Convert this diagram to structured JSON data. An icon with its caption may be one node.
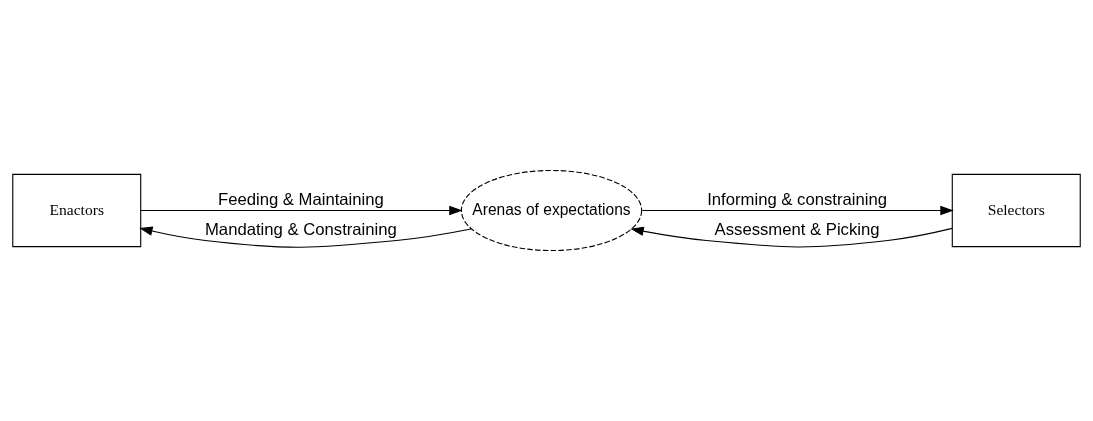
{
  "diagram": {
    "nodes": [
      {
        "text": [
          "Enactors"
        ]
      },
      {
        "text": [
          "Arenas of expectations"
        ]
      },
      {
        "text": [
          "Selectors"
        ]
      }
    ],
    "edges": [
      {
        "from": 0,
        "to": 1,
        "arrow": "to",
        "label": "Feeding & Maintaining"
      },
      {
        "from": 1,
        "to": 2,
        "arrow": "to",
        "label": "Informing & constraining"
      },
      {
        "from": 2,
        "to": 1,
        "arrow": "to",
        "label": "Assessment & Picking"
      },
      {
        "from": 1,
        "to": 0,
        "arrow": "to",
        "label": "Mandating & Constraining"
      }
    ]
  }
}
